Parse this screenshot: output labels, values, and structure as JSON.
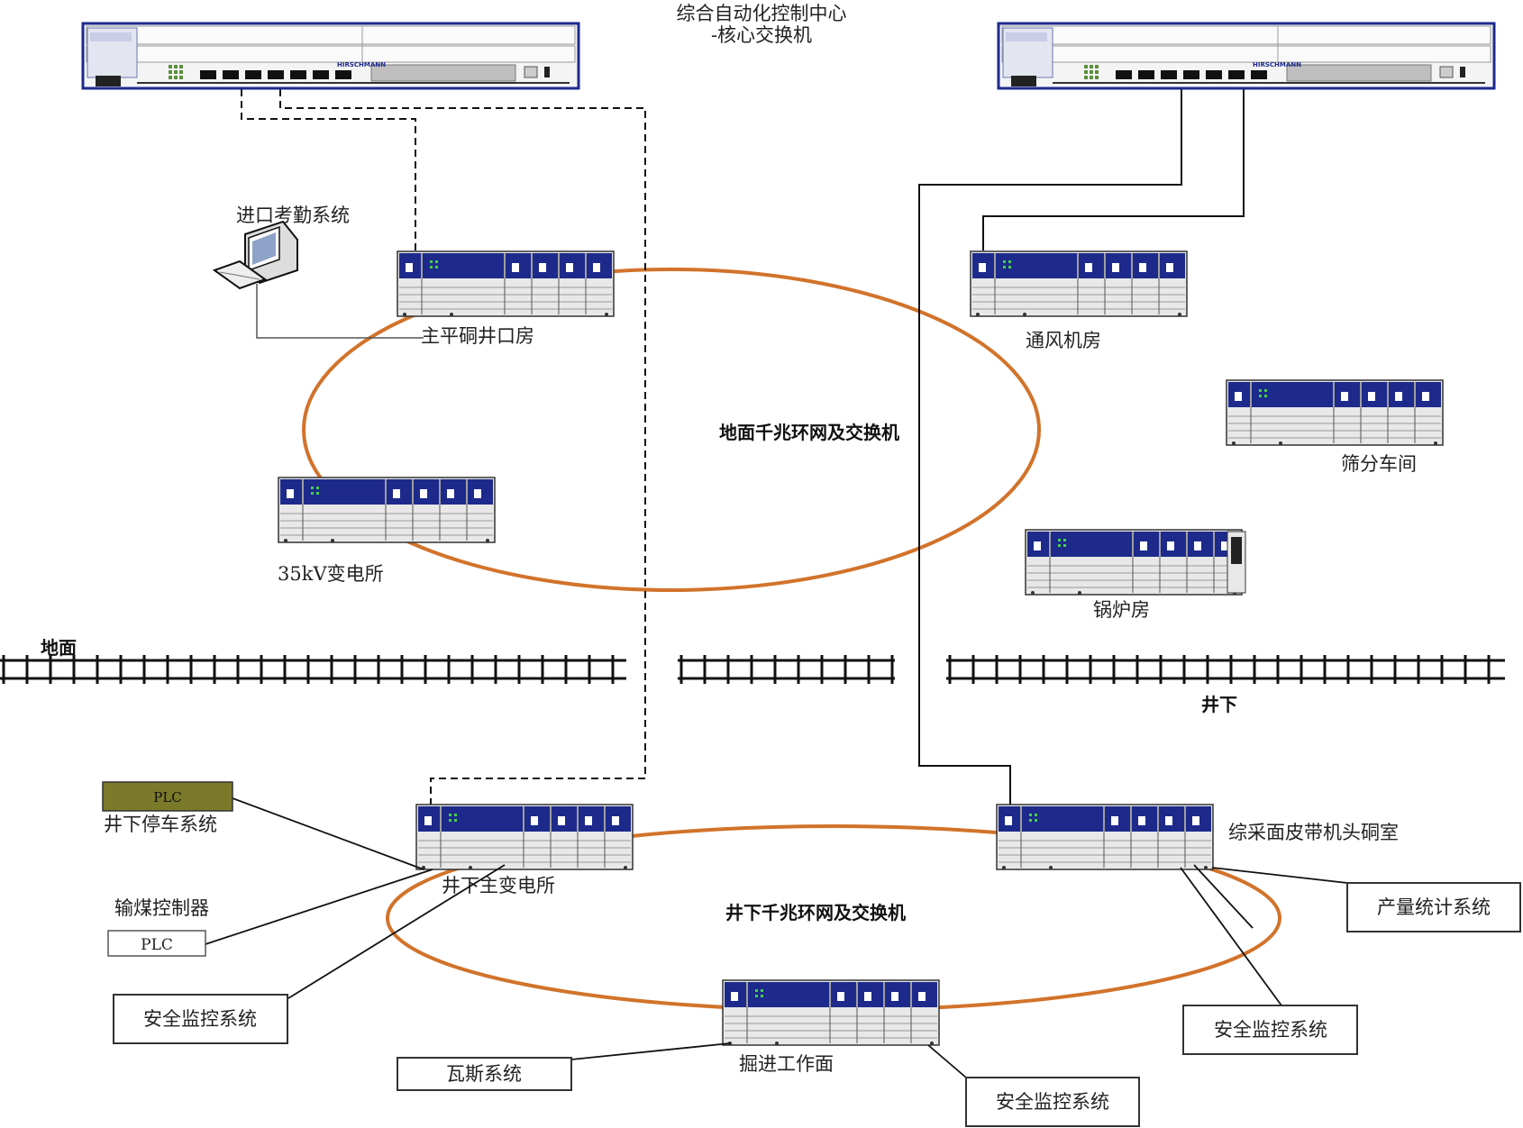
{
  "colors": {
    "ring": "#d2732b",
    "switch_blue": "#1d2a8c",
    "plc_fill": "#7a7a2a",
    "link": "#111111"
  },
  "title": {
    "line1": "综合自动化控制中心",
    "line2": "-核心交换机"
  },
  "core_switches": [
    {
      "brand": "HIRSCHMANN"
    },
    {
      "brand": "HIRSCHMANN"
    }
  ],
  "surface_ring": {
    "label": "地面千兆环网及交换机",
    "nodes": [
      {
        "label": "主平硐井口房"
      },
      {
        "label": "通风机房"
      },
      {
        "label": "筛分车间"
      },
      {
        "label": "锅炉房"
      },
      {
        "label": "35kV变电所"
      }
    ]
  },
  "attendance": {
    "label": "进口考勤系统",
    "icon": "computer-terminal-icon"
  },
  "divider": {
    "surface_label": "地面",
    "underground_label": "井下"
  },
  "underground_ring": {
    "label": "井下千兆环网及交换机",
    "nodes": [
      {
        "label": "井下主变电所"
      },
      {
        "label": "综采面皮带机头硐室"
      },
      {
        "label": "掘进工作面"
      }
    ]
  },
  "systems": {
    "parking_plc": "PLC",
    "parking_label": "井下停车系统",
    "coal_label": "输煤控制器",
    "coal_plc": "PLC",
    "safety_left": "安全监控系统",
    "gas": "瓦斯系统",
    "safety_bottom": "安全监控系统",
    "production": "产量统计系统",
    "safety_right": "安全监控系统"
  }
}
